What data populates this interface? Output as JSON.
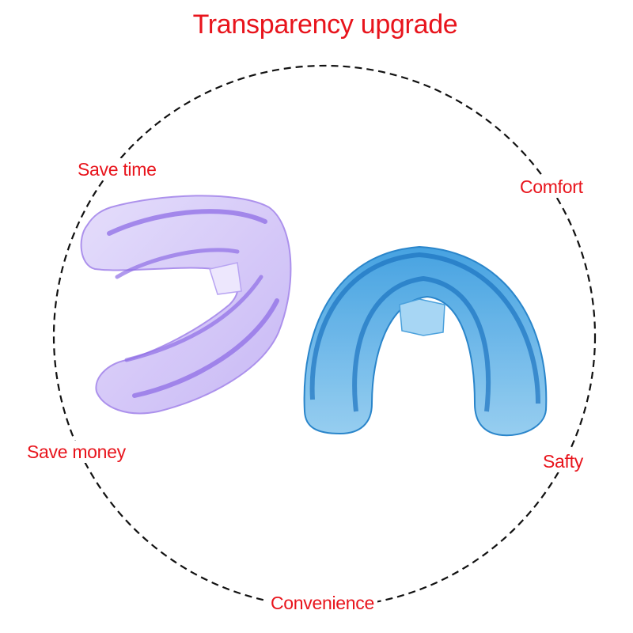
{
  "title": "Transparency upgrade",
  "features": [
    {
      "id": "save-time",
      "label": "Save time"
    },
    {
      "id": "comfort",
      "label": "Comfort"
    },
    {
      "id": "save-money",
      "label": "Save money"
    },
    {
      "id": "safty",
      "label": "Safty"
    },
    {
      "id": "convenience",
      "label": "Convenience"
    }
  ],
  "products": [
    {
      "name": "purple-dental-trainer",
      "color": "#b9a6f2"
    },
    {
      "name": "blue-dental-trainer",
      "color": "#4aa8e4"
    }
  ],
  "colors": {
    "accent_text": "#e8141c",
    "ring": "#111111",
    "background": "#ffffff"
  }
}
